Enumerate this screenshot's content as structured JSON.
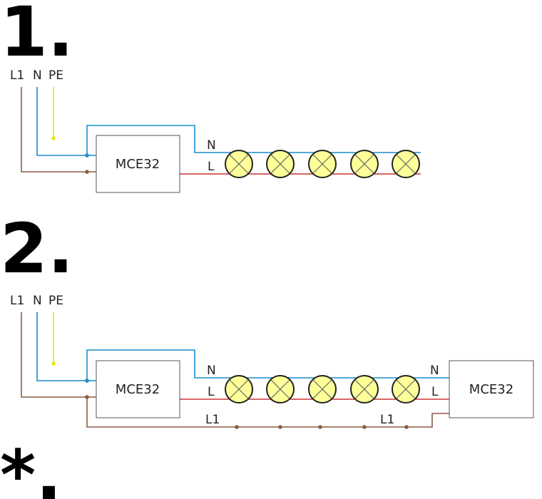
{
  "diagram_1": {
    "number": "1.",
    "supply_labels": [
      "L1",
      "N",
      "PE"
    ],
    "controller": "MCE32",
    "wire_labels": {
      "neutral": "N",
      "live": "L"
    },
    "lamp_count": 5
  },
  "diagram_2": {
    "number": "2.",
    "supply_labels": [
      "L1",
      "N",
      "PE"
    ],
    "controller_left": "MCE32",
    "controller_right": "MCE32",
    "wire_labels_left": {
      "neutral": "N",
      "live": "L"
    },
    "wire_labels_right": {
      "neutral": "N",
      "live": "L"
    },
    "bottom_wire_labels": [
      "L1",
      "L1"
    ],
    "lamp_count": 5
  },
  "footnote_marker": "*.",
  "colors": {
    "live": "#8b5a45",
    "neutral": "#1a8ccc",
    "earth": "#e8e800",
    "switched_live": "#cc3333",
    "lamp_fill": "#ffff99"
  }
}
